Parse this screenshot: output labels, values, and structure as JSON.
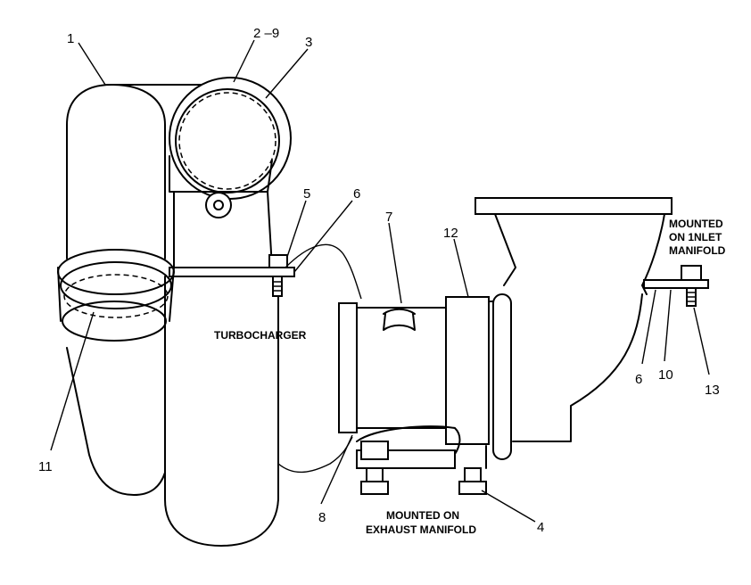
{
  "callouts": {
    "c1": "1",
    "c2_9": "2 –9",
    "c3": "3",
    "c4": "4",
    "c5": "5",
    "c6a": "6",
    "c6b": "6",
    "c7": "7",
    "c8": "8",
    "c10": "10",
    "c11": "11",
    "c12": "12",
    "c13": "13"
  },
  "labels": {
    "turbocharger": "TURBOCHARGER",
    "inlet_line1": "MOUNTED",
    "inlet_line2": "ON 1NLET",
    "inlet_line3": "MANIFOLD",
    "exhaust_line1": "MOUNTED ON",
    "exhaust_line2": "EXHAUST MANIFOLD"
  }
}
